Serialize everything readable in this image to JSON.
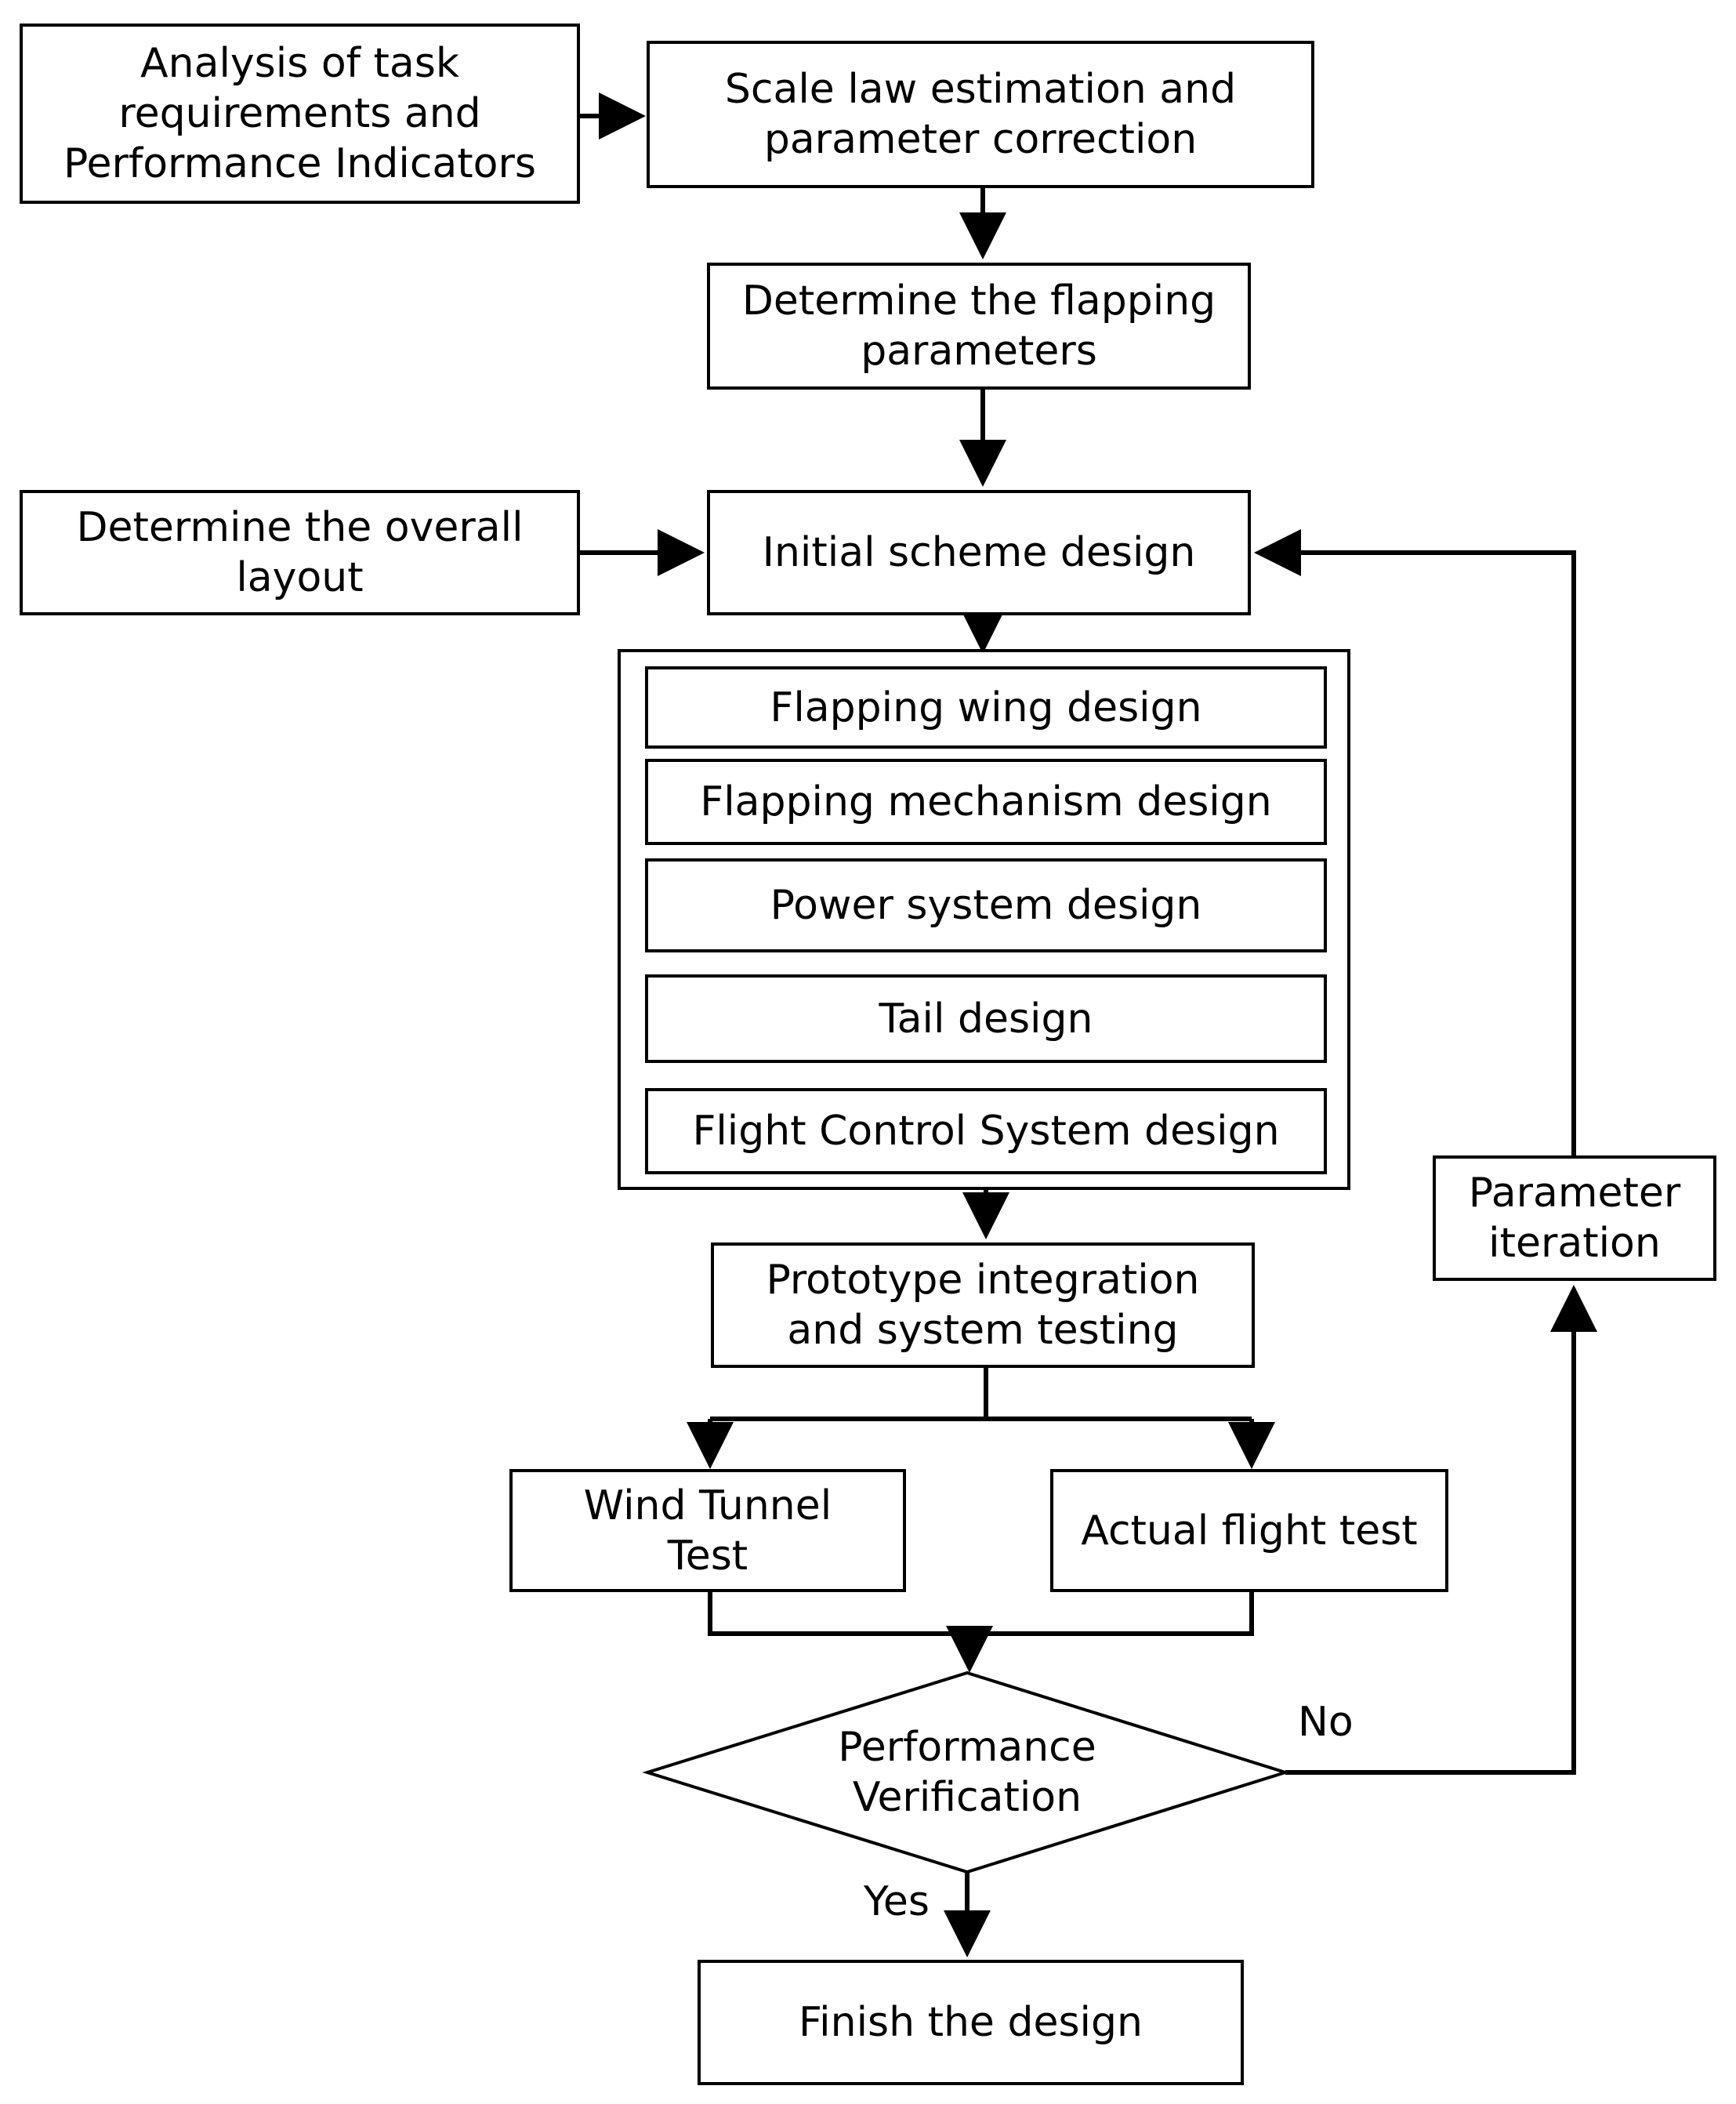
{
  "nodes": {
    "task_analysis": "Analysis of task\nrequirements and\nPerformance Indicators",
    "scale_law": "Scale law estimation and\nparameter correction",
    "flapping_params": "Determine the flapping\nparameters",
    "overall_layout": "Determine the overall\nlayout",
    "initial_scheme": "Initial scheme design",
    "flapping_wing": "Flapping wing design",
    "flapping_mechanism": "Flapping mechanism design",
    "power_system": "Power system design",
    "tail": "Tail design",
    "flight_control": "Flight Control System design",
    "prototype": "Prototype integration\nand system testing",
    "wind_tunnel": "Wind Tunnel\nTest",
    "actual_flight": "Actual flight test",
    "performance": "Performance\nVerification",
    "parameter_iteration": "Parameter\niteration",
    "finish": "Finish the design"
  },
  "edge_labels": {
    "no": "No",
    "yes": "Yes"
  },
  "colors": {
    "stroke": "#000000",
    "fill": "#ffffff"
  }
}
